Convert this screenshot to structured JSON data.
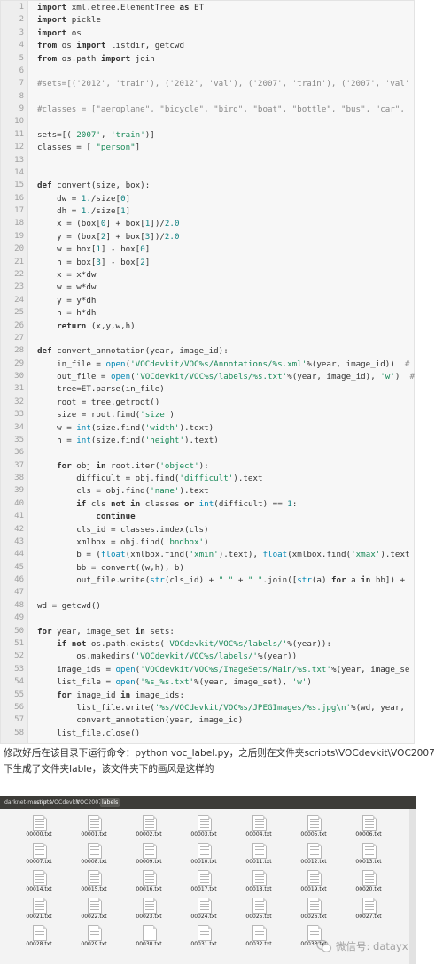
{
  "code": {
    "lines": [
      {
        "n": "1",
        "t": "import xml.etree.ElementTree as ET"
      },
      {
        "n": "2",
        "t": "import pickle"
      },
      {
        "n": "3",
        "t": "import os"
      },
      {
        "n": "4",
        "t": "from os import listdir, getcwd"
      },
      {
        "n": "5",
        "t": "from os.path import join"
      },
      {
        "n": "6",
        "t": ""
      },
      {
        "n": "7",
        "t": "#sets=[('2012', 'train'), ('2012', 'val'), ('2007', 'train'), ('2007', 'val'"
      },
      {
        "n": "8",
        "t": ""
      },
      {
        "n": "9",
        "t": "#classes = [\"aeroplane\", \"bicycle\", \"bird\", \"boat\", \"bottle\", \"bus\", \"car\","
      },
      {
        "n": "10",
        "t": ""
      },
      {
        "n": "11",
        "t": "sets=[('2007', 'train')]"
      },
      {
        "n": "12",
        "t": "classes = [ \"person\"]"
      },
      {
        "n": "13",
        "t": ""
      },
      {
        "n": "14",
        "t": ""
      },
      {
        "n": "15",
        "t": "def convert(size, box):"
      },
      {
        "n": "16",
        "t": "    dw = 1./size[0]"
      },
      {
        "n": "17",
        "t": "    dh = 1./size[1]"
      },
      {
        "n": "18",
        "t": "    x = (box[0] + box[1])/2.0"
      },
      {
        "n": "19",
        "t": "    y = (box[2] + box[3])/2.0"
      },
      {
        "n": "20",
        "t": "    w = box[1] - box[0]"
      },
      {
        "n": "21",
        "t": "    h = box[3] - box[2]"
      },
      {
        "n": "22",
        "t": "    x = x*dw"
      },
      {
        "n": "23",
        "t": "    w = w*dw"
      },
      {
        "n": "24",
        "t": "    y = y*dh"
      },
      {
        "n": "25",
        "t": "    h = h*dh"
      },
      {
        "n": "26",
        "t": "    return (x,y,w,h)"
      },
      {
        "n": "27",
        "t": ""
      },
      {
        "n": "28",
        "t": "def convert_annotation(year, image_id):"
      },
      {
        "n": "29",
        "t": "    in_file = open('VOCdevkit/VOC%s/Annotations/%s.xml'%(year, image_id))  #"
      },
      {
        "n": "30",
        "t": "    out_file = open('VOCdevkit/VOC%s/labels/%s.txt'%(year, image_id), 'w')  #"
      },
      {
        "n": "31",
        "t": "    tree=ET.parse(in_file)"
      },
      {
        "n": "32",
        "t": "    root = tree.getroot()"
      },
      {
        "n": "33",
        "t": "    size = root.find('size')"
      },
      {
        "n": "34",
        "t": "    w = int(size.find('width').text)"
      },
      {
        "n": "35",
        "t": "    h = int(size.find('height').text)"
      },
      {
        "n": "36",
        "t": ""
      },
      {
        "n": "37",
        "t": "    for obj in root.iter('object'):"
      },
      {
        "n": "38",
        "t": "        difficult = obj.find('difficult').text"
      },
      {
        "n": "39",
        "t": "        cls = obj.find('name').text"
      },
      {
        "n": "40",
        "t": "        if cls not in classes or int(difficult) == 1:"
      },
      {
        "n": "41",
        "t": "            continue"
      },
      {
        "n": "42",
        "t": "        cls_id = classes.index(cls)"
      },
      {
        "n": "43",
        "t": "        xmlbox = obj.find('bndbox')"
      },
      {
        "n": "44",
        "t": "        b = (float(xmlbox.find('xmin').text), float(xmlbox.find('xmax').text"
      },
      {
        "n": "45",
        "t": "        bb = convert((w,h), b)"
      },
      {
        "n": "46",
        "t": "        out_file.write(str(cls_id) + \" \" + \" \".join([str(a) for a in bb]) +"
      },
      {
        "n": "47",
        "t": ""
      },
      {
        "n": "48",
        "t": "wd = getcwd()"
      },
      {
        "n": "49",
        "t": ""
      },
      {
        "n": "50",
        "t": "for year, image_set in sets:"
      },
      {
        "n": "51",
        "t": "    if not os.path.exists('VOCdevkit/VOC%s/labels/'%(year)):"
      },
      {
        "n": "52",
        "t": "        os.makedirs('VOCdevkit/VOC%s/labels/'%(year))"
      },
      {
        "n": "53",
        "t": "    image_ids = open('VOCdevkit/VOC%s/ImageSets/Main/%s.txt'%(year, image_se"
      },
      {
        "n": "54",
        "t": "    list_file = open('%s_%s.txt'%(year, image_set), 'w')"
      },
      {
        "n": "55",
        "t": "    for image_id in image_ids:"
      },
      {
        "n": "56",
        "t": "        list_file.write('%s/VOCdevkit/VOC%s/JPEGImages/%s.jpg\\n'%(wd, year,"
      },
      {
        "n": "57",
        "t": "        convert_annotation(year, image_id)"
      },
      {
        "n": "58",
        "t": "    list_file.close()"
      }
    ]
  },
  "paragraph": {
    "line1": "修改好后在该目录下运行命令：python voc_label.py，之后则在文件夹scripts\\VOCdevkit\\VOC2007",
    "line2": "下生成了文件夹lable，该文件夹下的画风是这样的"
  },
  "file_manager": {
    "breadcrumbs": [
      "darknet-master",
      "scripts",
      "VOCdevkit",
      "VOC2007",
      "labels"
    ],
    "active_breadcrumb": "labels",
    "files": [
      "00000.txt",
      "00001.txt",
      "00002.txt",
      "00003.txt",
      "00004.txt",
      "00005.txt",
      "00006.txt",
      "00007.txt",
      "00008.txt",
      "00009.txt",
      "00010.txt",
      "00011.txt",
      "00012.txt",
      "00013.txt",
      "00014.txt",
      "00015.txt",
      "00016.txt",
      "00017.txt",
      "00018.txt",
      "00019.txt",
      "00020.txt",
      "00021.txt",
      "00022.txt",
      "00023.txt",
      "00024.txt",
      "00025.txt",
      "00026.txt",
      "00027.txt",
      "00028.txt",
      "00029.txt",
      "00030.txt",
      "00031.txt",
      "00032.txt",
      "00033.txt",
      ""
    ],
    "blank_file": "00030.txt",
    "file_icon": "text-file-icon"
  },
  "watermark": {
    "text": "微信号: datayx",
    "icon": "wechat-icon"
  },
  "colors": {
    "code_background": "#f7f7f7",
    "gutter_background": "#eeeeee",
    "string": "#1a8a5a",
    "number": "#0d7f7f",
    "file_manager_bar": "#3d3c38"
  }
}
